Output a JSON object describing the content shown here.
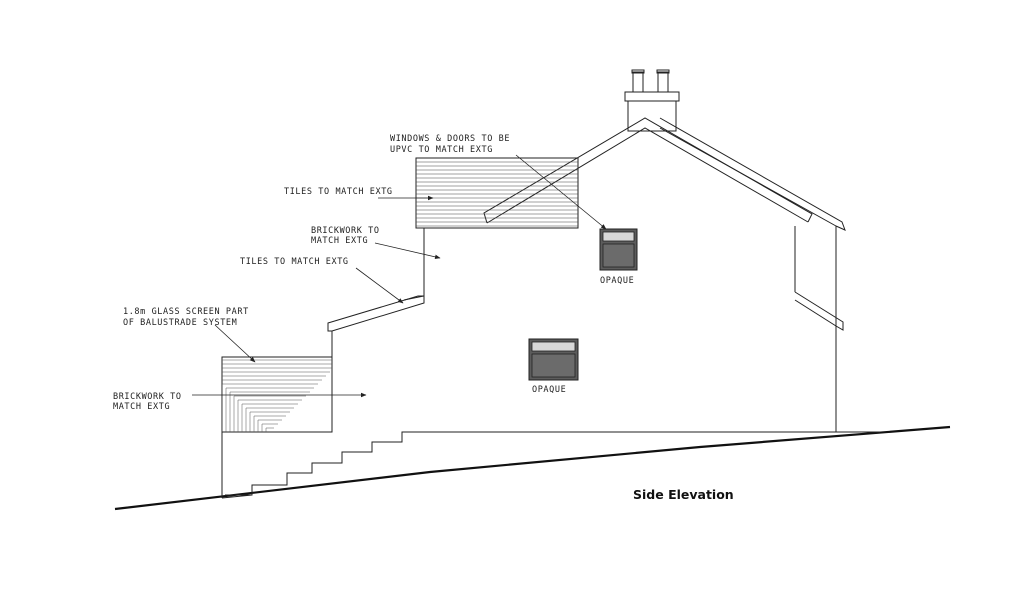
{
  "labels": {
    "windows_doors_1": "WINDOWS & DOORS TO BE",
    "windows_doors_2": "UPVC TO MATCH EXTG",
    "tiles_upper": "TILES TO MATCH EXTG",
    "brickwork_upper_1": "BRICKWORK TO",
    "brickwork_upper_2": "MATCH EXTG",
    "tiles_lower": "TILES TO MATCH EXTG",
    "glass_screen_1": "1.8m GLASS SCREEN PART",
    "glass_screen_2": "OF BALUSTRADE SYSTEM",
    "brickwork_lower_1": "BRICKWORK TO",
    "brickwork_lower_2": "MATCH EXTG",
    "opaque_upper": "OPAQUE",
    "opaque_lower": "OPAQUE"
  },
  "caption": "Side Elevation",
  "colors": {
    "line": "#222222",
    "glazing": "#5c5c5c"
  }
}
